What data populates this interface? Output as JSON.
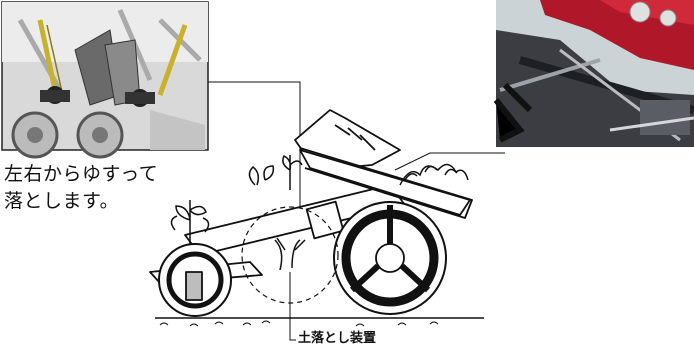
{
  "caption": {
    "line1": "左右からゆすって",
    "line2": "落とします。"
  },
  "device_label": "土落とし装置",
  "photos": {
    "left_inset": "grayscale-close-up-photo",
    "right_inset": "red-machine-color-photo"
  },
  "colors": {
    "machine_red": "#b0182a",
    "linkage_yellow": "#c8b22c",
    "line": "#111111"
  }
}
